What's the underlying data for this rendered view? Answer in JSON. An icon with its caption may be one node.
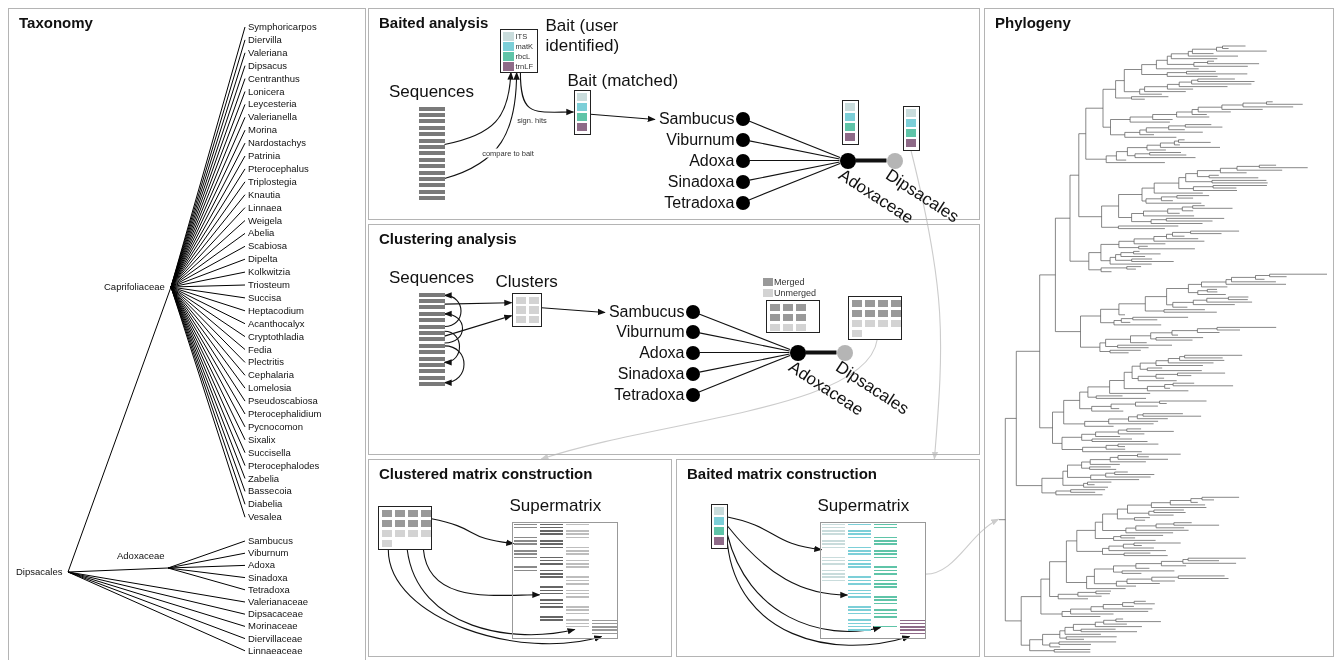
{
  "diagram": {
    "nodes": [
      {
        "text": [
          "Taxonomy"
        ]
      },
      {
        "text": [
          "Baited analysis"
        ]
      },
      {
        "text": [
          "Sequences"
        ],
        "in": 1
      },
      {
        "text": [
          "ITS",
          "matK",
          "rbcL",
          "trnLF",
          "Bait (user identified)"
        ],
        "in": 1
      },
      {
        "text": [
          "Bait (matched)"
        ],
        "in": 1
      },
      {
        "text": [
          "Sambucus"
        ],
        "in": 1
      },
      {
        "text": [
          "Viburnum"
        ],
        "in": 1
      },
      {
        "text": [
          "Adoxa"
        ],
        "in": 1
      },
      {
        "text": [
          "Sinadoxa"
        ],
        "in": 1
      },
      {
        "text": [
          "Tetradoxa"
        ],
        "in": 1
      },
      {
        "text": [
          "Adoxaceae"
        ],
        "in": 1
      },
      {
        "text": [
          "Dipsacales"
        ],
        "in": 1
      },
      {
        "text": [],
        "shape": "box",
        "in": 1
      },
      {
        "text": [],
        "shape": "box",
        "in": 1
      },
      {
        "text": [
          "Clustering analysis"
        ]
      },
      {
        "text": [
          "Sequences"
        ],
        "in": 14
      },
      {
        "text": [
          "Clusters"
        ],
        "in": 14
      },
      {
        "text": [
          "Sambucus"
        ],
        "in": 14
      },
      {
        "text": [
          "Viburnum"
        ],
        "in": 14
      },
      {
        "text": [
          "Adoxa"
        ],
        "in": 14
      },
      {
        "text": [
          "Sinadoxa"
        ],
        "in": 14
      },
      {
        "text": [
          "Tetradoxa"
        ],
        "in": 14
      },
      {
        "text": [
          "Adoxaceae"
        ],
        "in": 14
      },
      {
        "text": [
          "Dipsacales"
        ],
        "in": 14
      },
      {
        "text": [],
        "shape": "box",
        "in": 14
      },
      {
        "text": [],
        "shape": "box",
        "in": 14
      },
      {
        "text": [
          "Clustered matrix construction"
        ]
      },
      {
        "text": [],
        "shape": "box",
        "in": 26
      },
      {
        "text": [
          "Supermatrix"
        ],
        "in": 26
      },
      {
        "text": [],
        "shape": "bar",
        "in": 28
      },
      {
        "text": [],
        "shape": "bar",
        "in": 28
      },
      {
        "text": [],
        "shape": "bar",
        "in": 28
      },
      {
        "text": [],
        "shape": "bar",
        "in": 28
      },
      {
        "text": [
          "Baited matrix construction"
        ]
      },
      {
        "text": [],
        "shape": "box",
        "in": 33
      },
      {
        "text": [
          "Supermatrix"
        ],
        "in": 33
      },
      {
        "text": [],
        "shape": "bar",
        "in": 35
      },
      {
        "text": [],
        "shape": "bar",
        "in": 35
      },
      {
        "text": [],
        "shape": "bar",
        "in": 35
      },
      {
        "text": [],
        "shape": "bar",
        "in": 35
      },
      {
        "text": [
          "Phylogeny"
        ]
      },
      {
        "text": [],
        "shape": "picture",
        "in": 40
      }
    ],
    "edges": [
      {
        "from": 2,
        "to": 3,
        "arrow": "to"
      },
      {
        "from": 2,
        "to": 3,
        "arrow": "to",
        "label": "compare to bait"
      },
      {
        "from": 3,
        "to": 4,
        "arrow": "to",
        "label": "sign. hits"
      },
      {
        "from": 4,
        "to": 5,
        "arrow": "to"
      },
      {
        "from": 5,
        "to": 10,
        "arrow": "none"
      },
      {
        "from": 6,
        "to": 10,
        "arrow": "none"
      },
      {
        "from": 7,
        "to": 10,
        "arrow": "none"
      },
      {
        "from": 8,
        "to": 10,
        "arrow": "none"
      },
      {
        "from": 9,
        "to": 10,
        "arrow": "none"
      },
      {
        "from": 10,
        "to": 11,
        "arrow": "none",
        "style": "thick"
      },
      {
        "from": 13,
        "to": 33,
        "arrow": "to",
        "color": "#cccccc"
      },
      {
        "from": 15,
        "to": 15,
        "arrow": "to"
      },
      {
        "from": 15,
        "to": 15,
        "arrow": "to"
      },
      {
        "from": 15,
        "to": 15,
        "arrow": "to"
      },
      {
        "from": 15,
        "to": 15,
        "arrow": "to"
      },
      {
        "from": 15,
        "to": 16,
        "arrow": "to"
      },
      {
        "from": 15,
        "to": 16,
        "arrow": "to"
      },
      {
        "from": 16,
        "to": 17,
        "arrow": "to"
      },
      {
        "from": 17,
        "to": 22,
        "arrow": "none"
      },
      {
        "from": 18,
        "to": 22,
        "arrow": "none"
      },
      {
        "from": 19,
        "to": 22,
        "arrow": "none"
      },
      {
        "from": 20,
        "to": 22,
        "arrow": "none"
      },
      {
        "from": 21,
        "to": 22,
        "arrow": "none"
      },
      {
        "from": 22,
        "to": 23,
        "arrow": "none",
        "style": "thick"
      },
      {
        "from": 25,
        "to": 26,
        "arrow": "to",
        "color": "#cccccc"
      },
      {
        "from": 27,
        "to": 29,
        "arrow": "to"
      },
      {
        "from": 27,
        "to": 30,
        "arrow": "to"
      },
      {
        "from": 27,
        "to": 31,
        "arrow": "to"
      },
      {
        "from": 27,
        "to": 32,
        "arrow": "to"
      },
      {
        "from": 34,
        "to": 36,
        "arrow": "to"
      },
      {
        "from": 34,
        "to": 37,
        "arrow": "to"
      },
      {
        "from": 34,
        "to": 38,
        "arrow": "to"
      },
      {
        "from": 34,
        "to": 39,
        "arrow": "to"
      },
      {
        "from": 35,
        "to": 41,
        "arrow": "to",
        "color": "#cccccc"
      }
    ],
    "labels": [
      "Symphoricarpos",
      "Diervilla",
      "Valeriana",
      "Dipsacus",
      "Centranthus",
      "Lonicera",
      "Leycesteria",
      "Valerianella",
      "Morina",
      "Nardostachys",
      "Patrinia",
      "Pterocephalus",
      "Triplostegia",
      "Knautia",
      "Linnaea",
      "Weigela",
      "Abelia",
      "Scabiosa",
      "Dipelta",
      "Kolkwitzia",
      "Triosteum",
      "Succisa",
      "Heptacodium",
      "Acanthocalyx",
      "Cryptothladia",
      "Fedia",
      "Plectritis",
      "Cephalaria",
      "Lomelosia",
      "Pseudoscabiosa",
      "Pterocephalidium",
      "Pycnocomon",
      "Sixalix",
      "Succisella",
      "Pterocephalodes",
      "Zabelia",
      "Bassecoia",
      "Diabelia",
      "Vesalea",
      "Caprifoliaceae",
      "Adoxaceae",
      "Dipsacales",
      "Sambucus",
      "Viburnum",
      "Adoxa",
      "Sinadoxa",
      "Tetradoxa",
      "Valerianaceae",
      "Dipsacaceae",
      "Morinaceae",
      "Diervillaceae",
      "Linnaeaceae"
    ],
    "legend": [
      {
        "text": "Merged",
        "color": "#999999"
      },
      {
        "text": "Unmerged",
        "color": "#d3d3d3"
      }
    ]
  }
}
